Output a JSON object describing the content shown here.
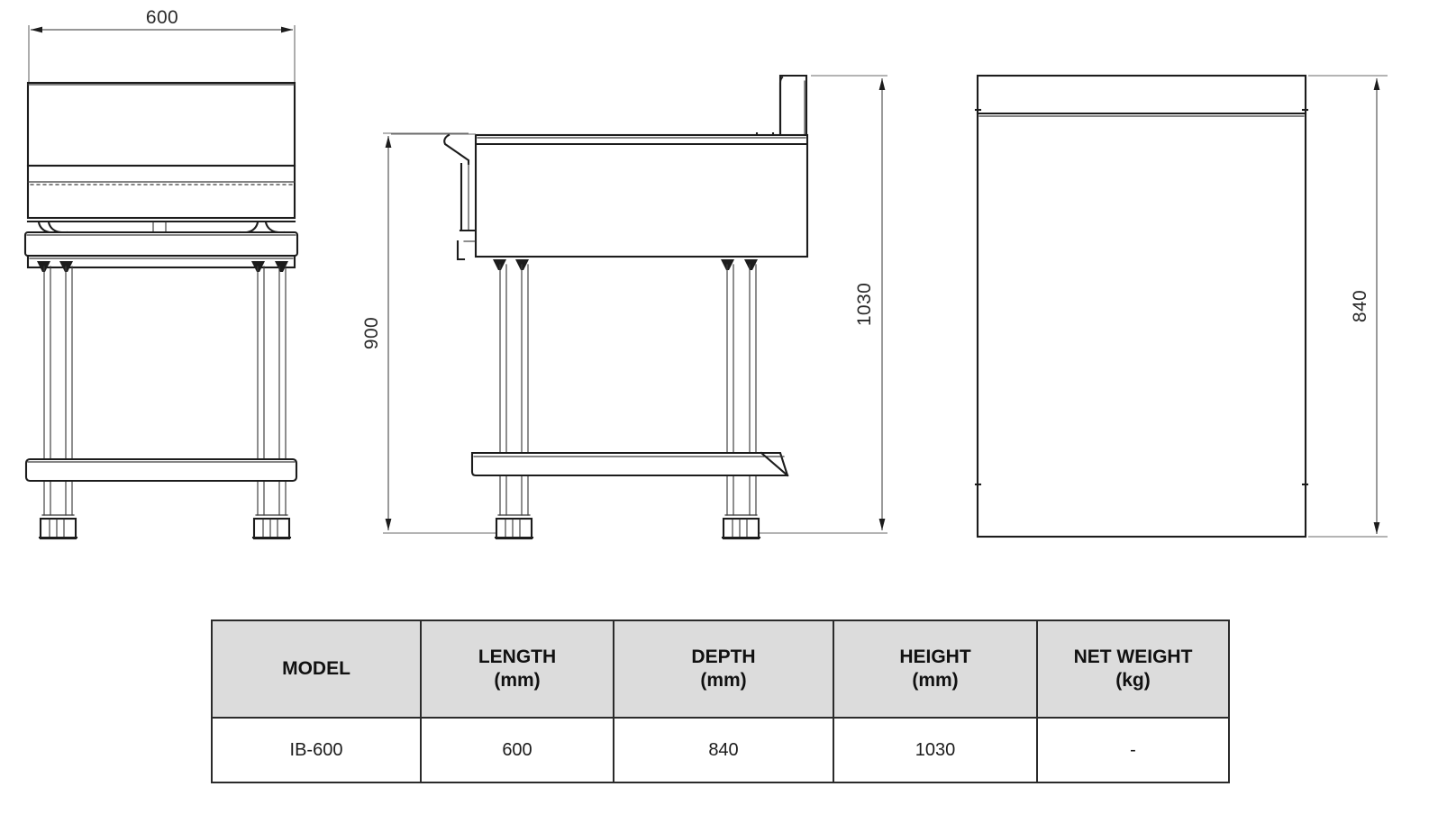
{
  "document": {
    "type": "technical-dimension-drawing",
    "subject": "IB-600 stainless steel sink / bench unit",
    "views": [
      {
        "name": "front-elevation",
        "label": ""
      },
      {
        "name": "side-elevation",
        "label": ""
      },
      {
        "name": "plan-view",
        "label": ""
      }
    ]
  },
  "dimensions": {
    "front_width": "600",
    "side_work_height": "900",
    "side_overall_height": "1030",
    "plan_depth": "840"
  },
  "spec_table": {
    "headers": [
      {
        "line1": "MODEL",
        "line2": ""
      },
      {
        "line1": "LENGTH",
        "line2": "(mm)"
      },
      {
        "line1": "DEPTH",
        "line2": "(mm)"
      },
      {
        "line1": "HEIGHT",
        "line2": "(mm)"
      },
      {
        "line1": "NET WEIGHT",
        "line2": "(kg)"
      }
    ],
    "rows": [
      {
        "model": "IB-600",
        "length": "600",
        "depth": "840",
        "height": "1030",
        "net_weight": "-"
      }
    ]
  },
  "colors": {
    "header_fill": "#dcdcdc",
    "border": "#2b2b2b",
    "object_line": "#1c1c1c",
    "dimension_line": "#585858",
    "text": "#1a1a1a",
    "background": "#ffffff"
  }
}
